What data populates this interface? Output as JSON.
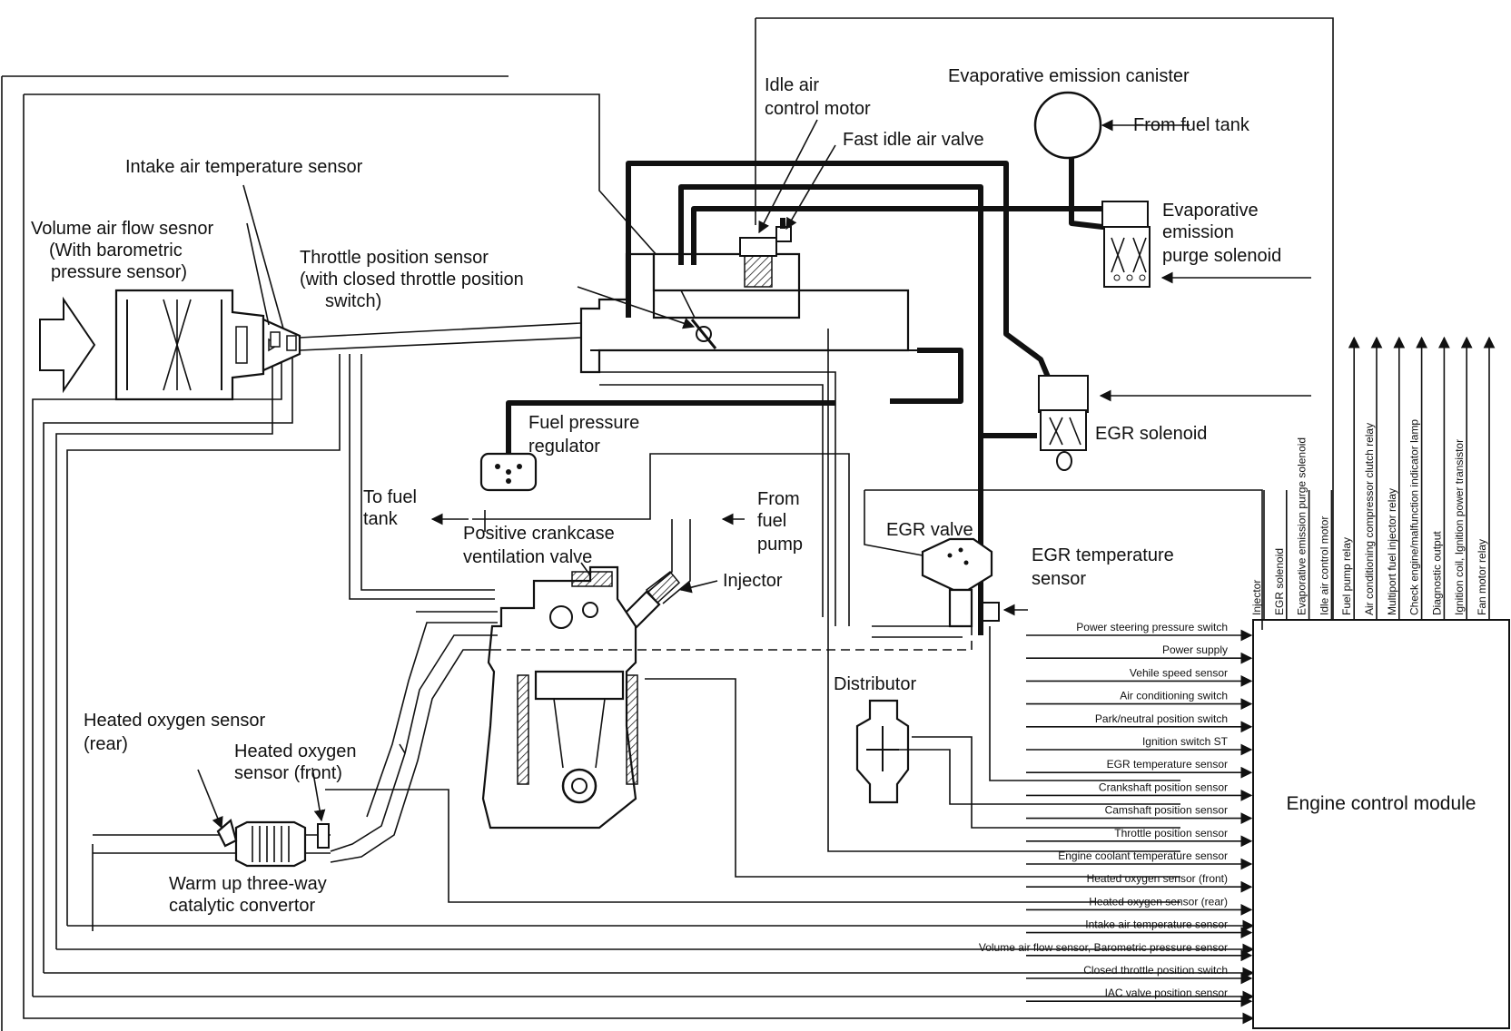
{
  "labels": {
    "intake_air_temp": "Intake air temperature sensor",
    "vaf_1": "Volume air flow sesnor",
    "vaf_2": "(With barometric",
    "vaf_3": "pressure sensor)",
    "tps_1": "Throttle position sensor",
    "tps_2": "(with closed throttle position",
    "tps_3": "switch)",
    "iac_1": "Idle air",
    "iac_2": "control motor",
    "fast_idle": "Fast idle air valve",
    "evap_canister": "Evaporative emission canister",
    "from_fuel_tank": "From fuel tank",
    "purge_1": "Evaporative",
    "purge_2": "emission",
    "purge_3": "purge solenoid",
    "egr_solenoid": "EGR solenoid",
    "fpr_1": "Fuel pressure",
    "fpr_2": "regulator",
    "to_fuel_1": "To fuel",
    "to_fuel_2": "tank",
    "from_pump_1": "From",
    "from_pump_2": "fuel",
    "from_pump_3": "pump",
    "pcv_1": "Positive crankcase",
    "pcv_2": "ventilation valve",
    "injector": "Injector",
    "egr_valve": "EGR valve",
    "egr_temp_1": "EGR temperature",
    "egr_temp_2": "sensor",
    "distributor": "Distributor",
    "ho2_rear_1": "Heated oxygen sensor",
    "ho2_rear_2": "(rear)",
    "ho2_front_1": "Heated oxygen",
    "ho2_front_2": "sensor (front)",
    "cat_1": "Warm up three-way",
    "cat_2": "catalytic convertor",
    "ecm": "Engine control module"
  },
  "ecm_inputs": [
    "Power steering pressure switch",
    "Power supply",
    "Vehile speed sensor",
    "Air conditioning switch",
    "Park/neutral position switch",
    "Ignition switch ST",
    "EGR temperature sensor",
    "Crankshaft position sensor",
    "Camshaft position sensor",
    "Throttle position sensor",
    "Engine coolant temperature sensor",
    "Heated oxygen sensor (front)",
    "Heated oxygen sensor (rear)",
    "Intake air temperature sensor",
    "Volume air flow sensor, Barometric pressure sensor",
    "Closed throttle position switch",
    "IAC valve position sensor"
  ],
  "ecm_outputs": [
    "Injector",
    "EGR solenoid",
    "Evaporative emission purge solenoid",
    "Idle air control motor",
    "Fuel pump relay",
    "Air conditioning compressor clutch relay",
    "Multiport fuel injector relay",
    "Check engine/malfunction indicator lamp",
    "Diagnostic output",
    "Ignition coil, Ignition power transistor",
    "Fan motor relay"
  ]
}
